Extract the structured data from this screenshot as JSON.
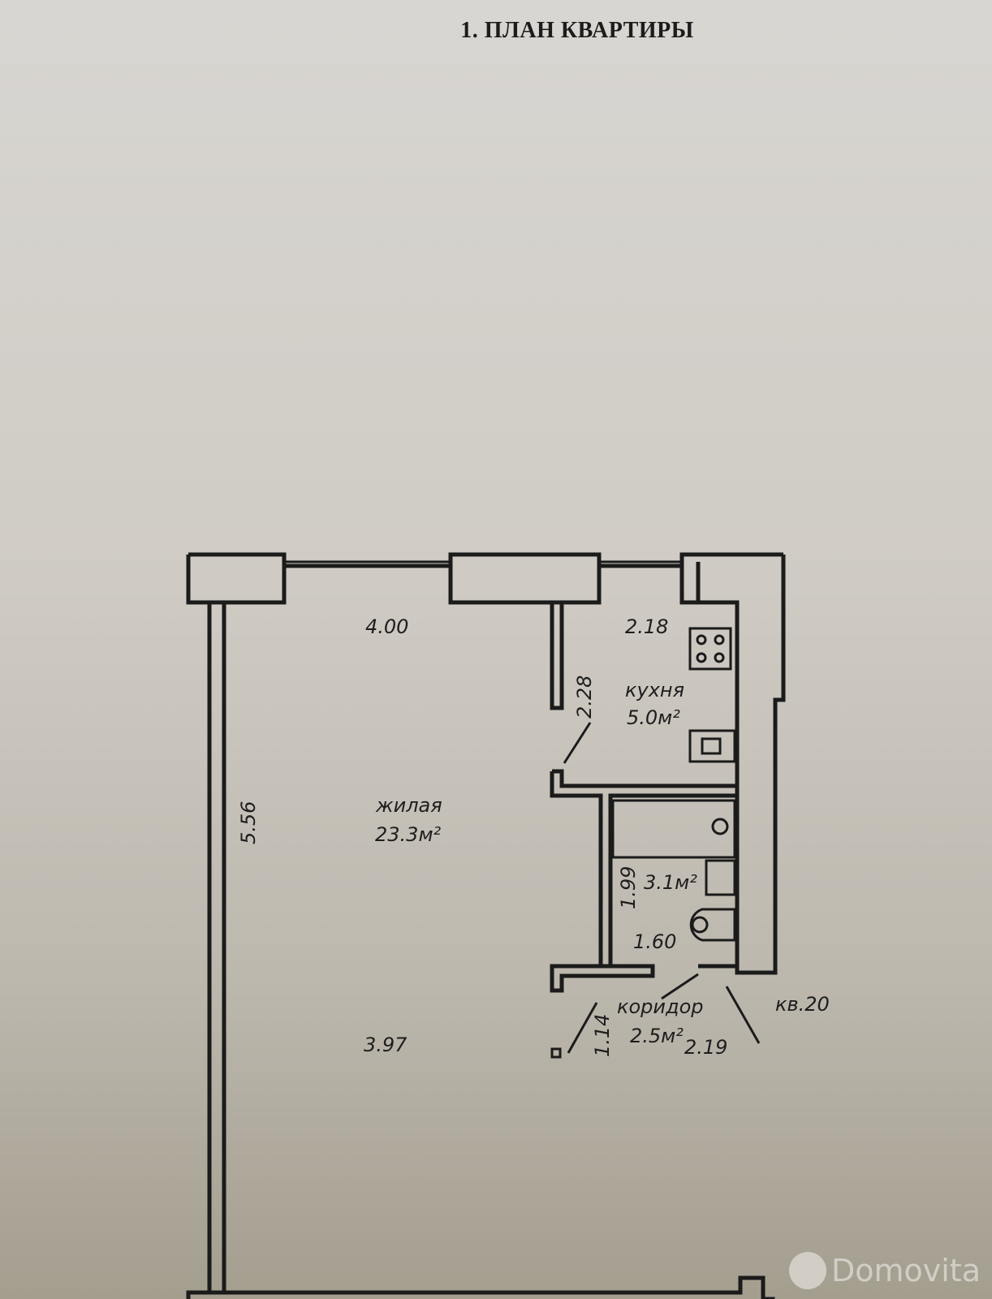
{
  "title": "1. ПЛАН КВАРТИРЫ",
  "rooms": {
    "living": {
      "name": "жилая",
      "area": "23.3м²"
    },
    "kitchen": {
      "name": "кухня",
      "area": "5.0м²"
    },
    "bathroom": {
      "area": "3.1м²"
    },
    "corridor": {
      "name": "коридор",
      "area": "2.5м²"
    }
  },
  "dimensions": {
    "living_top": "4.00",
    "living_bottom": "3.97",
    "living_side": "5.56",
    "kitchen_top": "2.18",
    "kitchen_side": "2.28",
    "bath_side": "1.99",
    "bath_bottom": "1.60",
    "corridor_side": "1.14",
    "corridor_bottom": "2.19"
  },
  "apartment_label": "кв.20",
  "watermark": "Domovita"
}
